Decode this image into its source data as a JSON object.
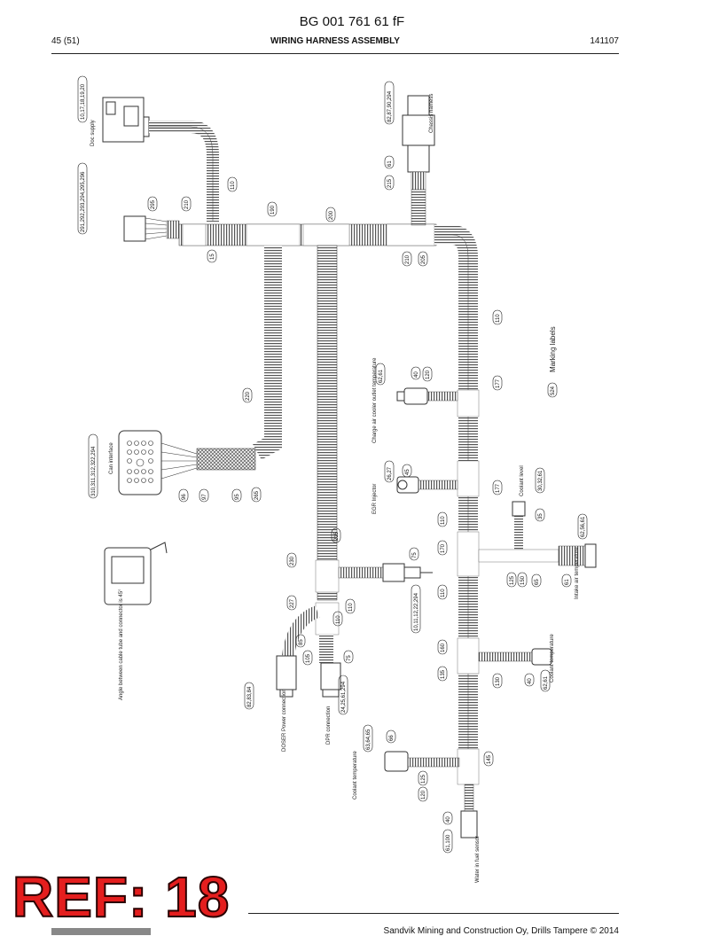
{
  "header": {
    "doc_id": "BG 001 761 61 fF",
    "page": "45 (51)",
    "title": "WIRING HARNESS ASSEMBLY",
    "date": "141107"
  },
  "ref_stamp": "REF: 18",
  "footer": {
    "copyright": "Sandvik Mining and Construction Oy, Drills Tampere © 2014"
  },
  "balloons": {
    "b1": "10,17,18,19,20",
    "b2": "291,292,293,294,295,296",
    "b3": "295",
    "b4": "210",
    "b5": "110",
    "b6": "15",
    "b7": "190",
    "b8": "200",
    "b9": "82,87,90,294",
    "b10": "61",
    "b11": "215",
    "b12": "210",
    "b13": "205",
    "b14": "110",
    "b15": "220",
    "b16": "310,311,312,322,294",
    "b17": "96",
    "b18": "97",
    "b19": "95",
    "b20": "265",
    "b21": "62,61",
    "b22": "40",
    "b23": "120",
    "b24": "177",
    "b25": "524",
    "b26": "26,27",
    "b27": "45",
    "b28": "177",
    "b29": "30,32,61",
    "b30": "35",
    "b31": "62,56,61",
    "b32": "215",
    "b33": "110",
    "b34": "170",
    "b35": "125",
    "b36": "150",
    "b37": "65",
    "b38": "61",
    "b39": "230",
    "b40": "75",
    "b41": "10,11,12,22,294",
    "b42": "227",
    "b43": "110",
    "b44": "110",
    "b45": "110",
    "b46": "85",
    "b47": "105",
    "b48": "75",
    "b49": "82,83,84",
    "b50": "24,25,61,294",
    "b51": "160",
    "b52": "135",
    "b53": "130",
    "b54": "40",
    "b55": "62,61",
    "b56": "63,64,65",
    "b57": "66",
    "b58": "145",
    "b59": "125",
    "b60": "120",
    "b61": "40",
    "b62": "61,100"
  },
  "labels": {
    "marking_labels": "Marking labels",
    "can_interface": "Can interface",
    "angle_between": "Angle between cable tube and connector is 45°",
    "charge_air": "Charge air cooler outlet temperature",
    "egr_injector": "EGR Injector",
    "coolant_level": "Coolant level",
    "intake_air": "Intake air temperature",
    "doser_power": "DOSER Power connection",
    "dpr_connection": "DPR connection",
    "coolant_temp": "Coolant temperature",
    "water_in_fuel": "Water in fuel sensor",
    "doc_supply": "Doc supply",
    "chassis_harness": "Chassis harness"
  }
}
